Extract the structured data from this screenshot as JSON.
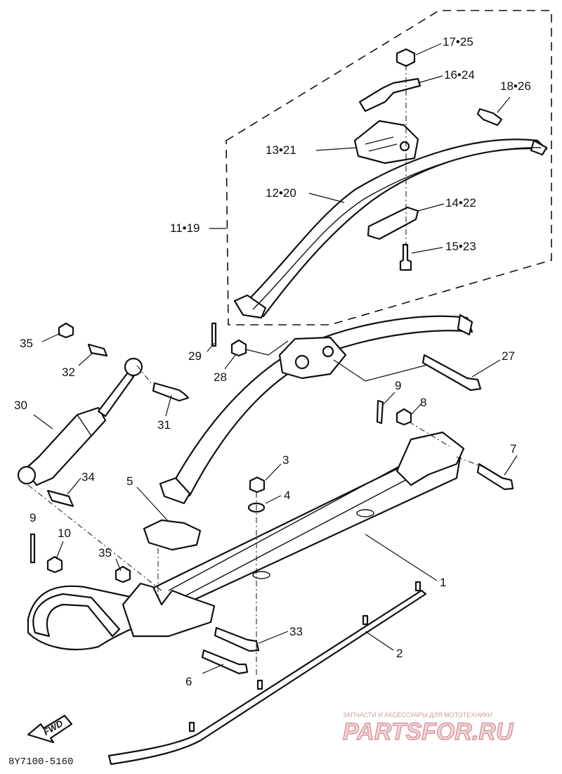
{
  "callouts": [
    {
      "id": "c1",
      "text": "1"
    },
    {
      "id": "c2",
      "text": "2"
    },
    {
      "id": "c3",
      "text": "3"
    },
    {
      "id": "c4",
      "text": "4"
    },
    {
      "id": "c5",
      "text": "5"
    },
    {
      "id": "c6",
      "text": "6"
    },
    {
      "id": "c7",
      "text": "7"
    },
    {
      "id": "c8",
      "text": "8"
    },
    {
      "id": "c9a",
      "text": "9"
    },
    {
      "id": "c9b",
      "text": "9"
    },
    {
      "id": "c10",
      "text": "10"
    },
    {
      "id": "c11",
      "text": "11•19"
    },
    {
      "id": "c12",
      "text": "12•20"
    },
    {
      "id": "c13",
      "text": "13•21"
    },
    {
      "id": "c14",
      "text": "14•22"
    },
    {
      "id": "c15",
      "text": "15•23"
    },
    {
      "id": "c16",
      "text": "16•24"
    },
    {
      "id": "c17",
      "text": "17•25"
    },
    {
      "id": "c18",
      "text": "18•26"
    },
    {
      "id": "c27",
      "text": "27"
    },
    {
      "id": "c28",
      "text": "28"
    },
    {
      "id": "c29",
      "text": "29"
    },
    {
      "id": "c30",
      "text": "30"
    },
    {
      "id": "c31",
      "text": "31"
    },
    {
      "id": "c32",
      "text": "32"
    },
    {
      "id": "c33",
      "text": "33"
    },
    {
      "id": "c34",
      "text": "34"
    },
    {
      "id": "c35a",
      "text": "35"
    },
    {
      "id": "c35b",
      "text": "35"
    }
  ],
  "diagram_code": "8Y7100-5160",
  "fwd_label": "FWD",
  "watermark": {
    "tagline": "ЗАПЧАСТИ И АКСЕССУАРЫ ДЛЯ МОТОТЕХНИКИ",
    "brand": "PARTSFOR.RU"
  }
}
